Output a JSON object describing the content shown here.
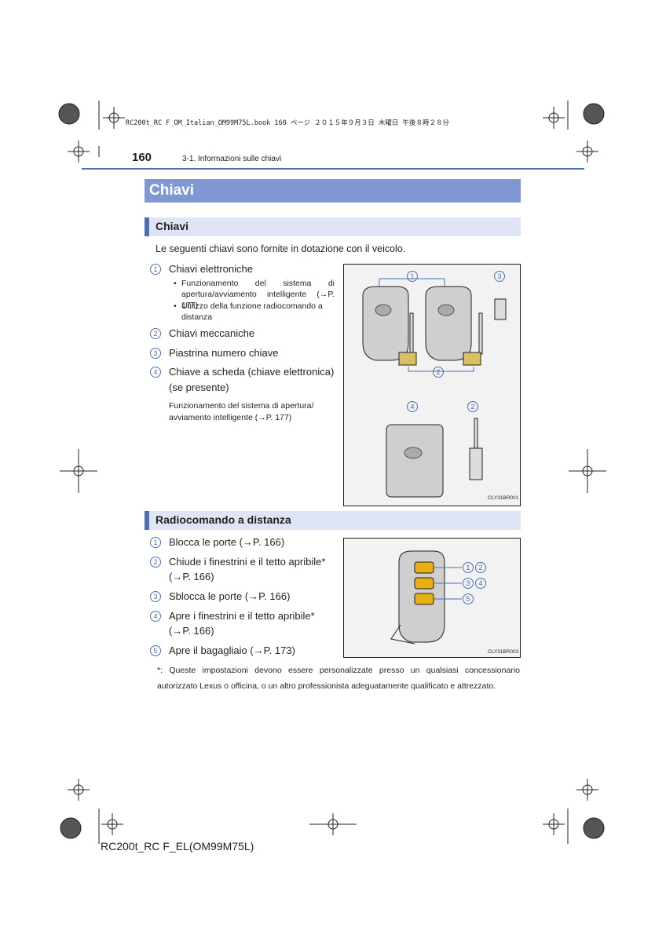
{
  "print_header": "RC200t_RC F_OM_Italian_OM99M75L.book  160 ページ  ２０１５年９月３日  木曜日  午後８時２８分",
  "page_number": "160",
  "running_head": "3-1. Informazioni sulle chiavi",
  "title": "Chiavi",
  "section1": {
    "heading": "Chiavi",
    "intro": "Le seguenti chiavi sono fornite in dotazione con il veicolo.",
    "items": [
      {
        "num": "1",
        "label": "Chiavi elettroniche",
        "subs": [
          "Funzionamento del sistema di apertura/avviamento intelligente (→P. 177)",
          "Utilizzo della funzione radiocomando a distanza"
        ]
      },
      {
        "num": "2",
        "label": "Chiavi meccaniche"
      },
      {
        "num": "3",
        "label": "Piastrina numero chiave"
      },
      {
        "num": "4",
        "label": "Chiave a scheda (chiave elettronica)",
        "label2": "(se presente)",
        "note": "Funzionamento del sistema di apertura/ avviamento intelligente (→P. 177)"
      }
    ],
    "figure": {
      "code": "CLY31BR001",
      "callouts": [
        "1",
        "3",
        "2",
        "4",
        "2"
      ]
    }
  },
  "section2": {
    "heading": "Radiocomando a distanza",
    "items": [
      {
        "num": "1",
        "label": "Blocca le porte (→P. 166)"
      },
      {
        "num": "2",
        "label": "Chiude i finestrini e il tetto apribile*",
        "label2": "(→P. 166)"
      },
      {
        "num": "3",
        "label": "Sblocca le porte (→P. 166)"
      },
      {
        "num": "4",
        "label": "Apre i finestrini e il tetto apribile*",
        "label2": "(→P. 166)"
      },
      {
        "num": "5",
        "label": "Apre il bagagliaio (→P. 173)"
      }
    ],
    "figure": {
      "code": "CLY31BR003",
      "callouts": [
        "1",
        "2",
        "3",
        "4",
        "5"
      ]
    }
  },
  "footnote": {
    "marker": "*",
    "text": ": Queste impostazioni devono essere personalizzate presso un qualsiasi concessionario autorizzato Lexus o officina, o un altro professionista adeguatamente qualificato e attrezzato."
  },
  "footer": "RC200t_RC F_EL(OM99M75L)",
  "colors": {
    "accent": "#4f6fb5",
    "title_bar": "#7f97d2",
    "section_bar": "#dfe5f4",
    "button_gold": "#e6b010"
  }
}
